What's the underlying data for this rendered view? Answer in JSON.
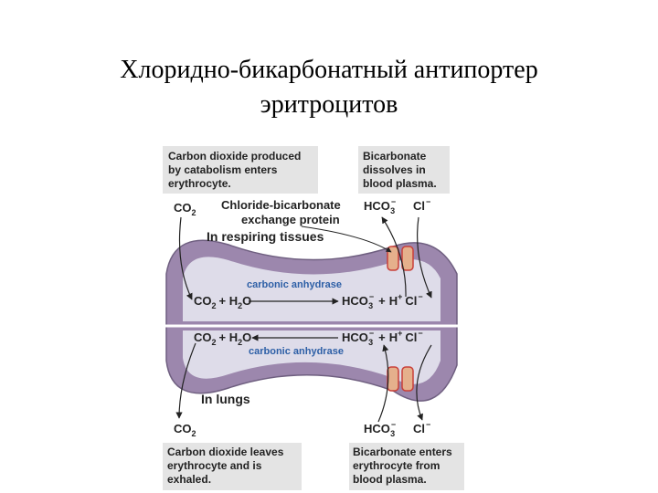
{
  "title": {
    "line1": "Хлоридно-бикарбонатный антипортер",
    "line2": "эритроцитов"
  },
  "colors": {
    "membrane": "#9c87ad",
    "cytoplasm": "#dedce9",
    "note_bg": "#e4e4e4",
    "enzyme_text": "#2d5fa6",
    "transporter": "#e5b08c",
    "transporter_edge": "#c9403a"
  },
  "notes": {
    "top_left": [
      "Carbon dioxide produced",
      "by catabolism enters",
      "erythrocyte."
    ],
    "top_right": [
      "Bicarbonate",
      "dissolves in",
      "blood plasma."
    ],
    "bottom_left": [
      "Carbon dioxide leaves",
      "erythrocyte and is",
      "exhaled."
    ],
    "bottom_right": [
      "Bicarbonate enters",
      "erythrocyte from",
      "blood plasma."
    ]
  },
  "labels": {
    "exchange_protein": [
      "Chloride-bicarbonate",
      "exchange protein"
    ],
    "respiring": "In respiring tissues",
    "lungs": "In lungs",
    "enzyme": "carbonic anhydrase",
    "co2": "CO",
    "two": "2",
    "h2o_plus": "+ H",
    "o": "O",
    "hco": "HCO",
    "minus": "−",
    "three": "3",
    "plus": "+",
    "h": "H",
    "cl": "Cl",
    "cl_minus": "−"
  }
}
